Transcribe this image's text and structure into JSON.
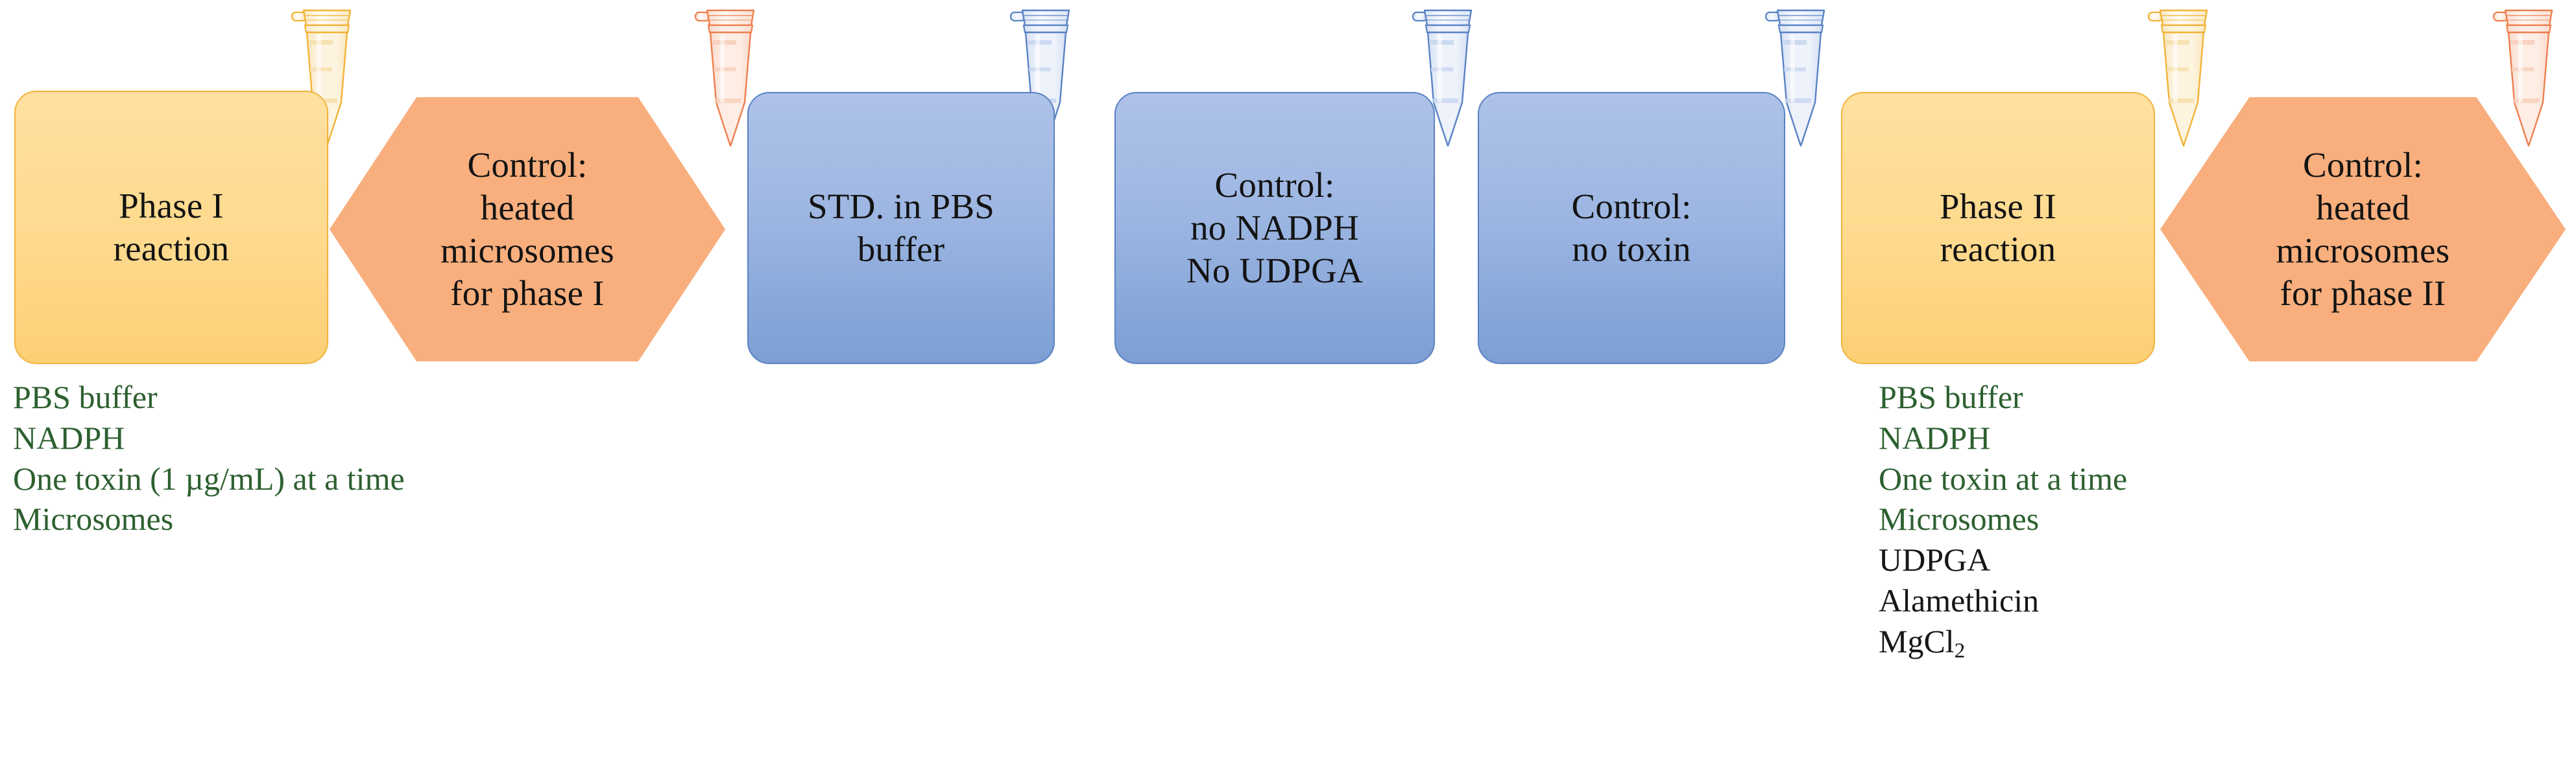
{
  "diagram": {
    "title": "Phase I and Phase II in-vitro microsomal incubation workflow",
    "colors": {
      "yellow_fill": "#FFDC92",
      "yellow_stroke": "#F3B43C",
      "orange_fill": "#F8AF7D",
      "blue_fill_top": "#AEC2E8",
      "blue_fill_bottom": "#7C9FD4",
      "blue_stroke": "#5A82C4",
      "green_text": "#2D6030",
      "black_text": "#161616"
    },
    "nodes": [
      {
        "id": "phase-1-reaction",
        "shape": "rounded-rect",
        "color": "yellow",
        "lines": [
          "Phase I",
          "reaction"
        ]
      },
      {
        "id": "control-heated-phase-1",
        "shape": "hexagon",
        "color": "orange",
        "lines": [
          "Control:",
          "heated",
          "microsomes",
          "for phase  I"
        ]
      },
      {
        "id": "std-in-pbs-buffer",
        "shape": "rounded-rect",
        "color": "blue",
        "lines": [
          "STD. in PBS",
          "buffer"
        ]
      },
      {
        "id": "control-no-nadph-no-udpga",
        "shape": "rounded-rect",
        "color": "blue",
        "lines": [
          "Control:",
          "no NADPH",
          "No UDPGA"
        ]
      },
      {
        "id": "control-no-toxin",
        "shape": "rounded-rect",
        "color": "blue",
        "lines": [
          "Control:",
          "no toxin"
        ]
      },
      {
        "id": "phase-2-reaction",
        "shape": "rounded-rect",
        "color": "yellow",
        "lines": [
          "Phase II",
          "reaction"
        ]
      },
      {
        "id": "control-heated-phase-2",
        "shape": "hexagon",
        "color": "orange",
        "lines": [
          "Control:",
          "heated",
          "microsomes",
          "for phase  II"
        ]
      }
    ],
    "tubes": [
      {
        "id": "tube-1",
        "color": "yellow"
      },
      {
        "id": "tube-2",
        "color": "orange"
      },
      {
        "id": "tube-3",
        "color": "blue"
      },
      {
        "id": "tube-4",
        "color": "blue"
      },
      {
        "id": "tube-5",
        "color": "blue"
      },
      {
        "id": "tube-6",
        "color": "yellow"
      },
      {
        "id": "tube-7",
        "color": "orange"
      }
    ],
    "reagent_lists": [
      {
        "id": "phase-1-reagents",
        "for_node": "phase-1-reaction",
        "items": [
          {
            "text": "PBS buffer",
            "color": "green"
          },
          {
            "text": "NADPH",
            "color": "green"
          },
          {
            "text": "One toxin (1 µg/mL) at a time",
            "color": "green"
          },
          {
            "text": "Microsomes",
            "color": "green"
          }
        ]
      },
      {
        "id": "phase-2-reagents",
        "for_node": "phase-2-reaction",
        "items": [
          {
            "text": "PBS buffer",
            "color": "green"
          },
          {
            "text": "NADPH",
            "color": "green"
          },
          {
            "text": "One toxin at a time",
            "color": "green"
          },
          {
            "text": "Microsomes",
            "color": "green"
          },
          {
            "text": "UDPGA",
            "color": "black"
          },
          {
            "text": "Alamethicin",
            "color": "black"
          },
          {
            "text": "MgCl",
            "subscript": "2",
            "color": "black"
          }
        ]
      }
    ]
  }
}
